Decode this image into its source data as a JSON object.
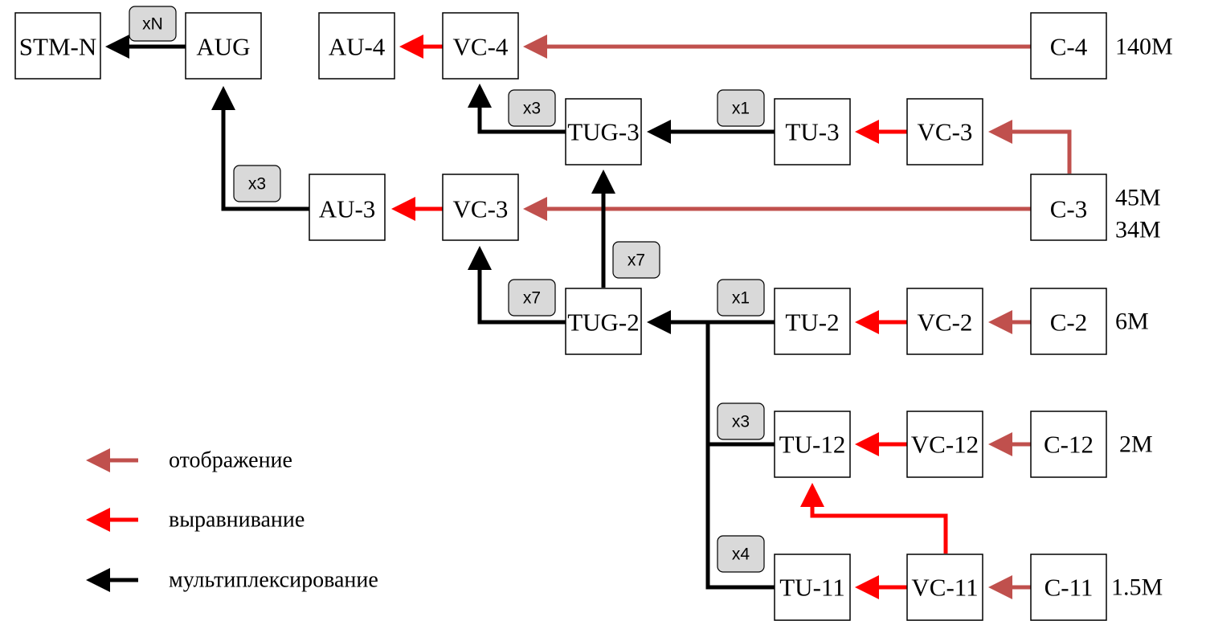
{
  "boxes": {
    "stm_n": "STM-N",
    "aug": "AUG",
    "au4": "AU-4",
    "vc4": "VC-4",
    "c4": "C-4",
    "tug3": "TUG-3",
    "tu3": "TU-3",
    "vc3_top": "VC-3",
    "au3": "AU-3",
    "vc3_mid": "VC-3",
    "c3": "C-3",
    "tug2": "TUG-2",
    "tu2": "TU-2",
    "vc2": "VC-2",
    "c2": "C-2",
    "tu12": "TU-12",
    "vc12": "VC-12",
    "c12": "C-12",
    "tu11": "TU-11",
    "vc11": "VC-11",
    "c11": "C-11"
  },
  "badges": {
    "aug_to_stm": "xN",
    "tug3_to_vc4": "x3",
    "tu3_to_tug3": "x1",
    "au3_to_aug": "x3",
    "tug2_to_tug3": "x7",
    "tug2_to_vc3": "x7",
    "tu2_to_tug2": "x1",
    "tu12_to_tug2": "x3",
    "tu11_to_tug2": "x4"
  },
  "rates": {
    "c4": "140M",
    "c3_a": "45M",
    "c3_b": "34M",
    "c2": "6M",
    "c12": "2M",
    "c11": "1.5M"
  },
  "legend": [
    {
      "label": "отображение",
      "color": "#c0504d"
    },
    {
      "label": "выравнивание",
      "color": "#ff0000"
    },
    {
      "label": "мультиплексирование",
      "color": "#000000"
    }
  ],
  "colors": {
    "mapping": "#c0504d",
    "aligning": "#ff0000",
    "multiplexing": "#000000"
  }
}
